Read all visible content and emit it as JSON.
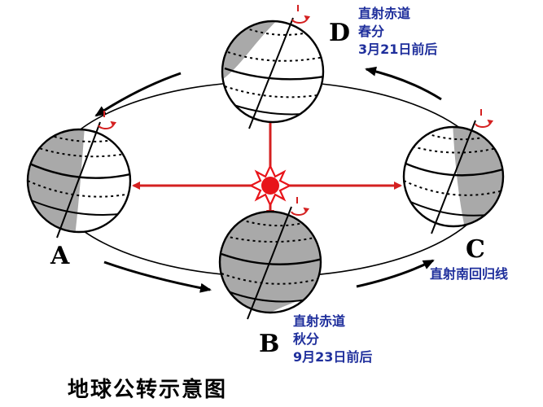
{
  "caption": "地球公转示意图",
  "positions": {
    "A": {
      "letter": "A"
    },
    "B": {
      "letter": "B",
      "lines": [
        "直射赤道",
        "秋分",
        "9月23日前后"
      ]
    },
    "C": {
      "letter": "C",
      "lines": [
        "直射南回归线"
      ]
    },
    "D": {
      "letter": "D",
      "lines": [
        "直射赤道",
        "春分",
        "3月21日前后"
      ]
    }
  },
  "colors": {
    "orbit": "#000000",
    "sun_ray": "#d42020",
    "sun": "#e8141a",
    "night_shade": "#a9a9a9",
    "note_text": "#1f2f9c",
    "rotation_arrow": "#d42020"
  },
  "icons": {
    "sun": "sun-icon",
    "rotation": "rotation-arrow-icon"
  }
}
